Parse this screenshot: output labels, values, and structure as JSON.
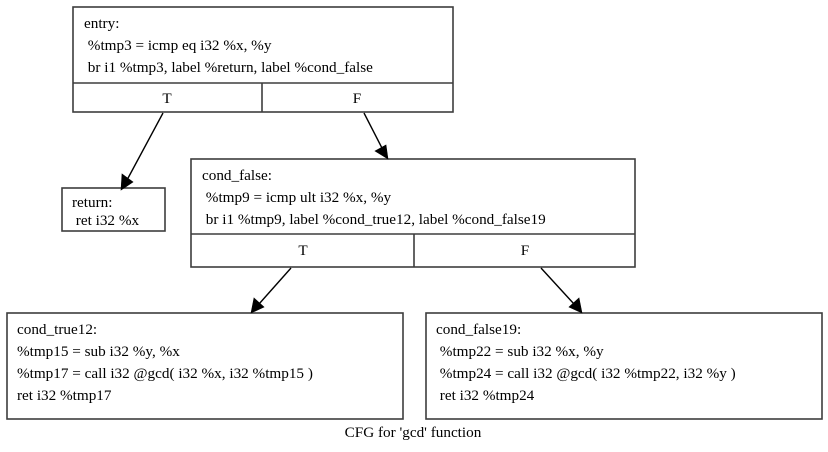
{
  "diagram": {
    "caption": "CFG for 'gcd' function",
    "function_name": "gcd",
    "colors": {
      "background": "#ffffff",
      "node_border": "#3d3d3d",
      "edge": "#000000",
      "text": "#000000"
    },
    "nodes": [
      {
        "id": "entry",
        "label": "entry:",
        "lines": [
          "entry:",
          " %tmp3 = icmp eq i32 %x, %y",
          " br i1 %tmp3, label %return, label %cond_false"
        ],
        "ports": [
          "T",
          "F"
        ]
      },
      {
        "id": "return",
        "label": "return:",
        "lines": [
          "return:",
          " ret i32 %x"
        ],
        "ports": []
      },
      {
        "id": "cond_false",
        "label": "cond_false:",
        "lines": [
          "cond_false:",
          " %tmp9 = icmp ult i32 %x, %y",
          " br i1 %tmp9, label %cond_true12, label %cond_false19"
        ],
        "ports": [
          "T",
          "F"
        ]
      },
      {
        "id": "cond_true12",
        "label": "cond_true12:",
        "lines": [
          "cond_true12:",
          "%tmp15 = sub i32 %y, %x",
          "%tmp17 = call i32 @gcd( i32 %x, i32 %tmp15 )",
          "ret i32 %tmp17"
        ],
        "ports": []
      },
      {
        "id": "cond_false19",
        "label": "cond_false19:",
        "lines": [
          "cond_false19:",
          " %tmp22 = sub i32 %x, %y",
          " %tmp24 = call i32 @gcd( i32 %tmp22, i32 %y )",
          " ret i32 %tmp24"
        ],
        "ports": []
      }
    ],
    "edges": [
      {
        "from": "entry",
        "port": "T",
        "to": "return"
      },
      {
        "from": "entry",
        "port": "F",
        "to": "cond_false"
      },
      {
        "from": "cond_false",
        "port": "T",
        "to": "cond_true12"
      },
      {
        "from": "cond_false",
        "port": "F",
        "to": "cond_false19"
      }
    ]
  }
}
